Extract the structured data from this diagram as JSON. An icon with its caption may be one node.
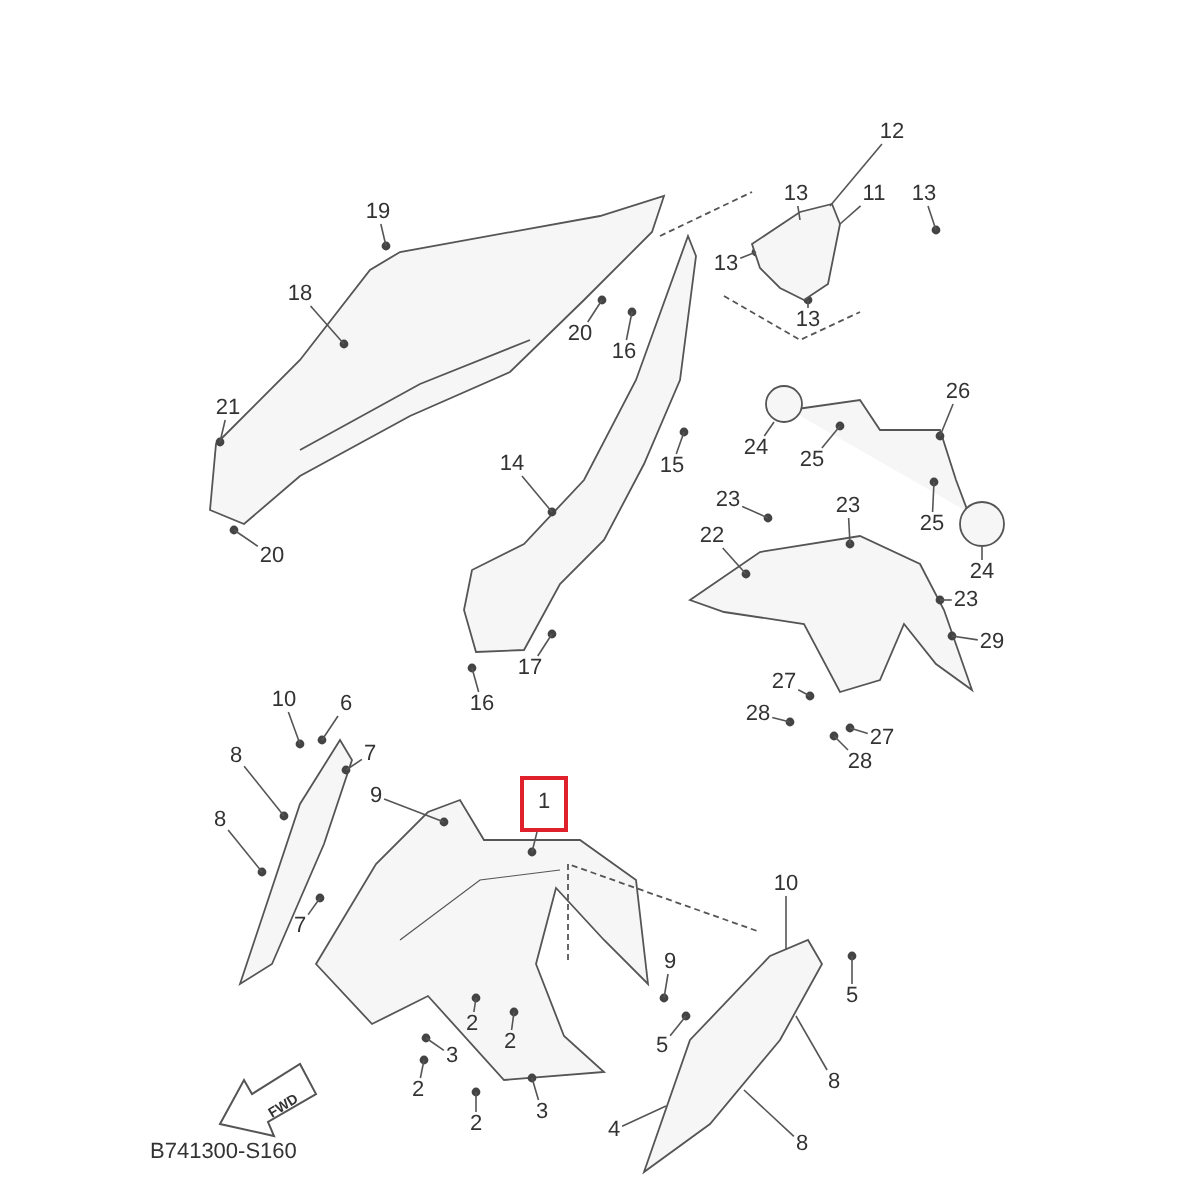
{
  "diagram": {
    "nodes": [
      {
        "text": [
          "12"
        ]
      },
      {
        "text": [
          "13"
        ]
      },
      {
        "text": [
          "11"
        ]
      },
      {
        "text": [
          "13"
        ]
      },
      {
        "text": [
          "19"
        ]
      },
      {
        "text": [
          "13"
        ]
      },
      {
        "text": [
          "18"
        ]
      },
      {
        "text": [
          "13"
        ]
      },
      {
        "text": [
          "20"
        ]
      },
      {
        "text": [
          "16"
        ]
      },
      {
        "text": [
          "26"
        ]
      },
      {
        "text": [
          "21"
        ]
      },
      {
        "text": [
          "24"
        ]
      },
      {
        "text": [
          "25"
        ]
      },
      {
        "text": [
          "14"
        ]
      },
      {
        "text": [
          "15"
        ]
      },
      {
        "text": [
          "23"
        ]
      },
      {
        "text": [
          "23"
        ]
      },
      {
        "text": [
          "25"
        ]
      },
      {
        "text": [
          "22"
        ]
      },
      {
        "text": [
          "24"
        ]
      },
      {
        "text": [
          "20"
        ]
      },
      {
        "text": [
          "23"
        ]
      },
      {
        "text": [
          "29"
        ]
      },
      {
        "text": [
          "17"
        ]
      },
      {
        "text": [
          "27"
        ]
      },
      {
        "text": [
          "10"
        ]
      },
      {
        "text": [
          "6"
        ]
      },
      {
        "text": [
          "16"
        ]
      },
      {
        "text": [
          "28"
        ]
      },
      {
        "text": [
          "27"
        ]
      },
      {
        "text": [
          "7"
        ]
      },
      {
        "text": [
          "8"
        ]
      },
      {
        "text": [
          "28"
        ]
      },
      {
        "text": [
          "9"
        ]
      },
      {
        "text": [
          "1"
        ]
      },
      {
        "text": [
          "8"
        ]
      },
      {
        "text": [
          "10"
        ]
      },
      {
        "text": [
          "7"
        ]
      },
      {
        "text": [
          "9"
        ]
      },
      {
        "text": [
          "5"
        ]
      },
      {
        "text": [
          "2"
        ]
      },
      {
        "text": [
          "2"
        ]
      },
      {
        "text": [
          "5"
        ]
      },
      {
        "text": [
          "3"
        ]
      },
      {
        "text": [
          "8"
        ]
      },
      {
        "text": [
          "2"
        ]
      },
      {
        "text": [
          "3"
        ]
      },
      {
        "text": [
          "2"
        ]
      },
      {
        "text": [
          "4"
        ]
      },
      {
        "text": [
          "8"
        ]
      },
      {
        "text": [],
        "shape": "picture"
      },
      {
        "text": [],
        "shape": "circle"
      },
      {
        "text": [],
        "shape": "circle"
      },
      {
        "text": [],
        "shape": "picture"
      }
    ],
    "edges": [
      {
        "from": 0,
        "to": 51,
        "arrow": "none"
      },
      {
        "from": 1,
        "to": null,
        "arrow": "none"
      },
      {
        "from": 2,
        "to": 51,
        "arrow": "none"
      },
      {
        "from": 3,
        "to": null,
        "arrow": "none"
      },
      {
        "from": 4,
        "to": null,
        "arrow": "none"
      },
      {
        "from": 5,
        "to": null,
        "arrow": "none"
      },
      {
        "from": 6,
        "to": null,
        "arrow": "none"
      },
      {
        "from": 7,
        "to": null,
        "arrow": "none"
      },
      {
        "from": 8,
        "to": null,
        "arrow": "none"
      },
      {
        "from": 9,
        "to": null,
        "arrow": "none"
      },
      {
        "from": 10,
        "to": null,
        "arrow": "none"
      },
      {
        "from": 11,
        "to": null,
        "arrow": "none"
      },
      {
        "from": 12,
        "to": 52,
        "arrow": "none"
      },
      {
        "from": 13,
        "to": null,
        "arrow": "none"
      },
      {
        "from": 14,
        "to": null,
        "arrow": "none"
      },
      {
        "from": 15,
        "to": null,
        "arrow": "none"
      },
      {
        "from": 16,
        "to": null,
        "arrow": "none"
      },
      {
        "from": 17,
        "to": null,
        "arrow": "none"
      },
      {
        "from": 18,
        "to": null,
        "arrow": "none"
      },
      {
        "from": 19,
        "to": null,
        "arrow": "none"
      },
      {
        "from": 20,
        "to": 53,
        "arrow": "none"
      },
      {
        "from": 21,
        "to": null,
        "arrow": "none"
      },
      {
        "from": 22,
        "to": null,
        "arrow": "none"
      },
      {
        "from": 23,
        "to": null,
        "arrow": "none"
      },
      {
        "from": 24,
        "to": null,
        "arrow": "none"
      },
      {
        "from": 25,
        "to": null,
        "arrow": "none"
      },
      {
        "from": 26,
        "to": null,
        "arrow": "none"
      },
      {
        "from": 27,
        "to": null,
        "arrow": "none"
      },
      {
        "from": 28,
        "to": null,
        "arrow": "none"
      },
      {
        "from": 29,
        "to": null,
        "arrow": "none"
      },
      {
        "from": 30,
        "to": null,
        "arrow": "none"
      },
      {
        "from": 31,
        "to": null,
        "arrow": "none"
      },
      {
        "from": 32,
        "to": null,
        "arrow": "none"
      },
      {
        "from": 33,
        "to": null,
        "arrow": "none"
      },
      {
        "from": 34,
        "to": null,
        "arrow": "none"
      },
      {
        "from": 35,
        "to": null,
        "arrow": "none"
      },
      {
        "from": 36,
        "to": null,
        "arrow": "none"
      },
      {
        "from": 37,
        "to": 54,
        "arrow": "none"
      },
      {
        "from": 38,
        "to": null,
        "arrow": "none"
      },
      {
        "from": 39,
        "to": null,
        "arrow": "none"
      },
      {
        "from": 40,
        "to": null,
        "arrow": "none"
      },
      {
        "from": 41,
        "to": null,
        "arrow": "none"
      },
      {
        "from": 42,
        "to": null,
        "arrow": "none"
      },
      {
        "from": 43,
        "to": null,
        "arrow": "none"
      },
      {
        "from": 44,
        "to": null,
        "arrow": "none"
      },
      {
        "from": 45,
        "to": 54,
        "arrow": "none"
      },
      {
        "from": 46,
        "to": null,
        "arrow": "none"
      },
      {
        "from": 47,
        "to": null,
        "arrow": "none"
      },
      {
        "from": 48,
        "to": null,
        "arrow": "none"
      },
      {
        "from": 49,
        "to": 54,
        "arrow": "none"
      },
      {
        "from": 50,
        "to": 54,
        "arrow": "none"
      }
    ],
    "labels": [
      "FWD",
      "B741300-S160"
    ]
  }
}
